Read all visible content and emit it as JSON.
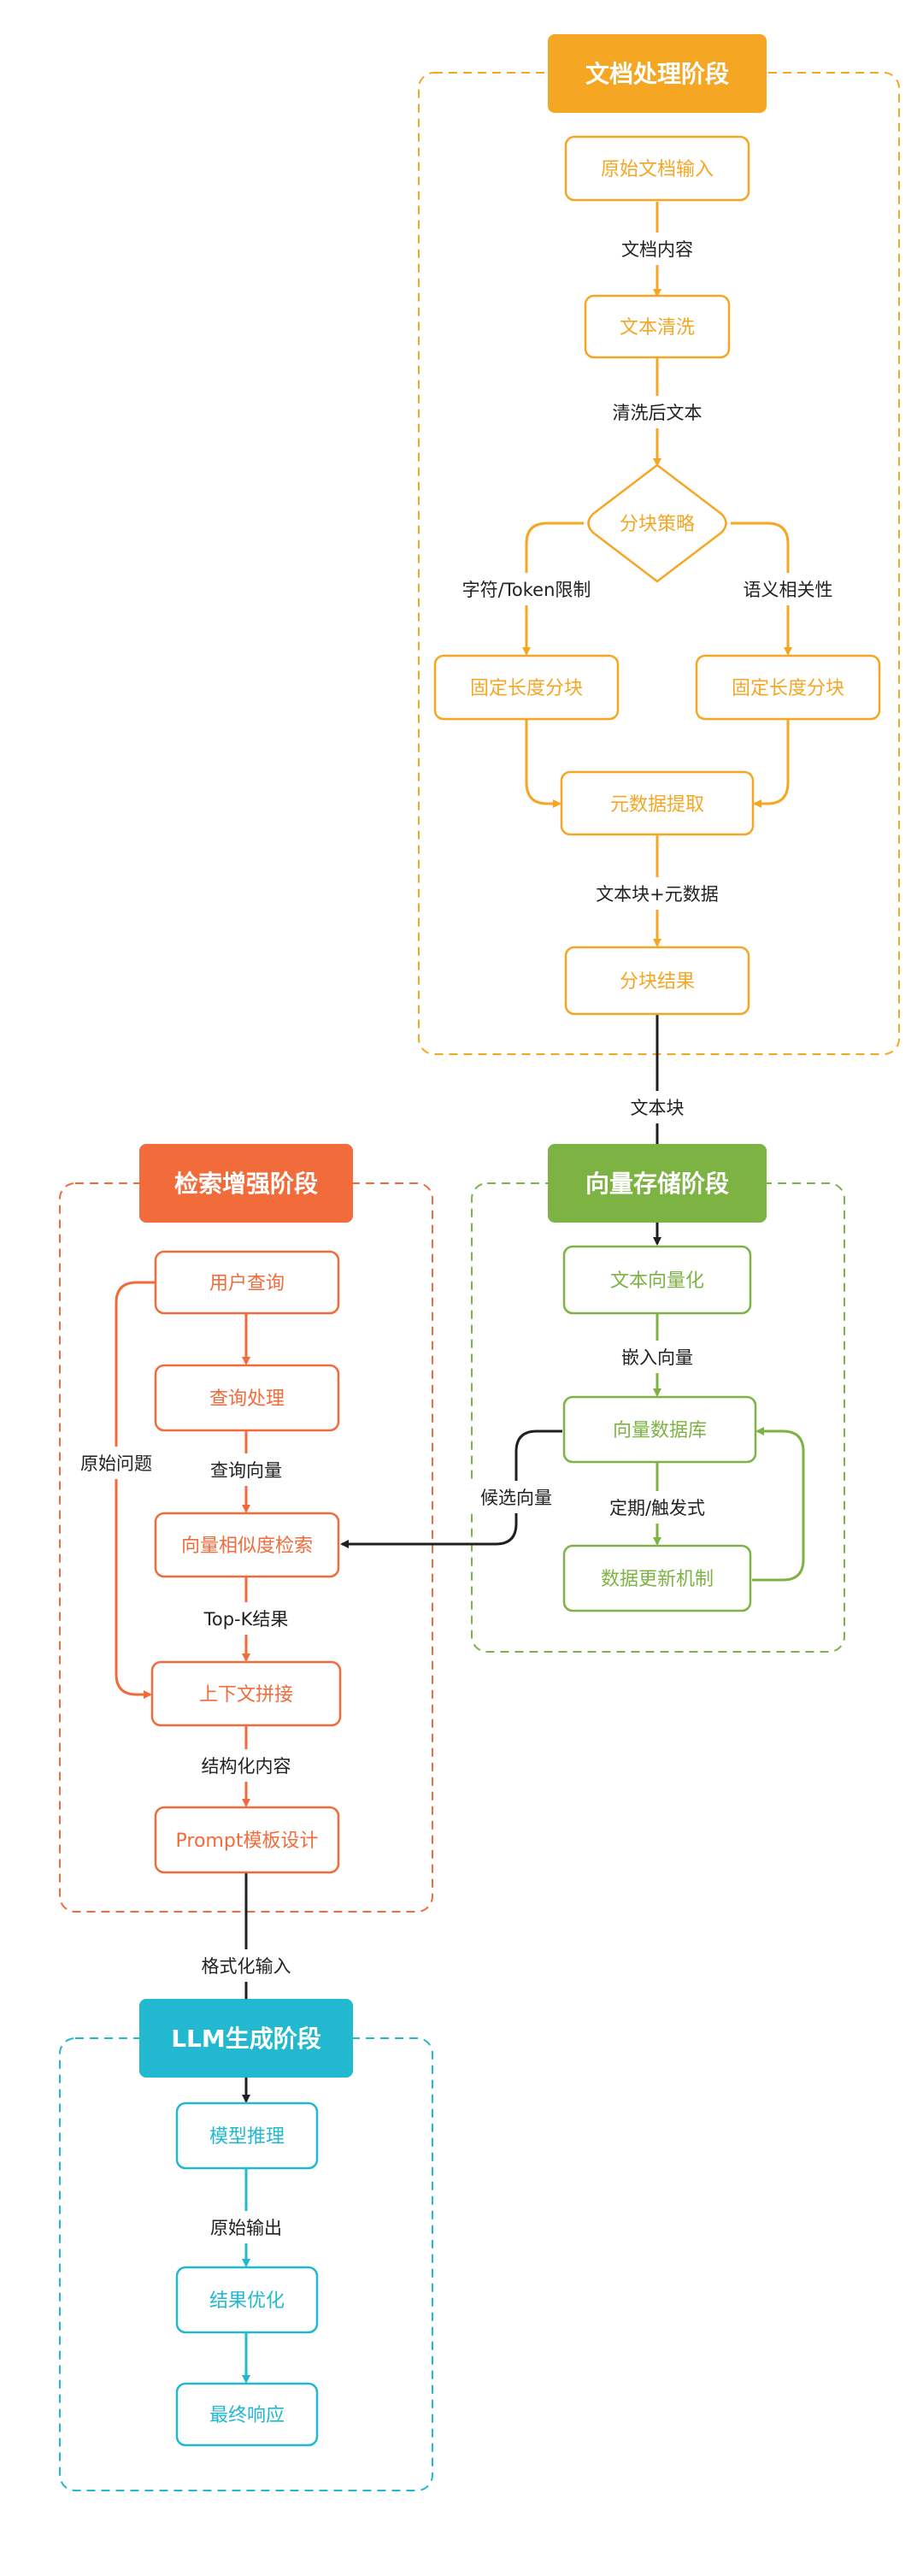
{
  "colors": {
    "doc": "#F5A623",
    "vec": "#7CB342",
    "ret": "#F26B3A",
    "llm": "#22B8CF",
    "dark": "#1f1f1f"
  },
  "stages": {
    "doc": {
      "title": "文档处理阶段"
    },
    "vec": {
      "title": "向量存储阶段"
    },
    "ret": {
      "title": "检索增强阶段"
    },
    "llm": {
      "title": "LLM生成阶段"
    }
  },
  "nodes": {
    "raw_doc_input": "原始文档输入",
    "text_cleaning": "文本清洗",
    "chunk_strategy": "分块策略",
    "fixed_chunk_left": "固定长度分块",
    "fixed_chunk_right": "固定长度分块",
    "metadata_extract": "元数据提取",
    "chunk_result": "分块结果",
    "text_vectorize": "文本向量化",
    "vector_db": "向量数据库",
    "data_update": "数据更新机制",
    "user_query": "用户查询",
    "query_process": "查询处理",
    "vector_search": "向量相似度检索",
    "context_concat": "上下文拼接",
    "prompt_design": "Prompt模板设计",
    "model_infer": "模型推理",
    "result_optimize": "结果优化",
    "final_response": "最终响应"
  },
  "edges": {
    "doc_content": "文档内容",
    "cleaned_text": "清洗后文本",
    "char_token_limit": "字符/Token限制",
    "semantic_relevance": "语义相关性",
    "chunk_plus_meta": "文本块+元数据",
    "text_chunk": "文本块",
    "embed_vector": "嵌入向量",
    "periodic_trigger": "定期/触发式",
    "candidate_vector": "候选向量",
    "query_vector": "查询向量",
    "original_question": "原始问题",
    "topk_result": "Top-K结果",
    "structured_content": "结构化内容",
    "formatted_input": "格式化输入",
    "raw_output": "原始输出"
  }
}
